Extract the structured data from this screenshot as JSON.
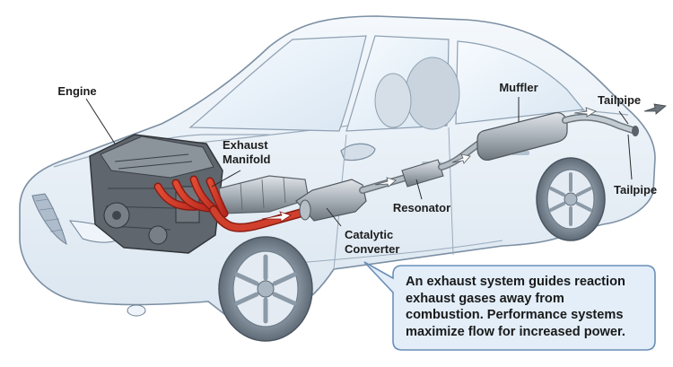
{
  "labels": {
    "engine": "Engine",
    "exhaust_manifold_line1": "Exhaust",
    "exhaust_manifold_line2": "Manifold",
    "catalytic_line1": "Catalytic",
    "catalytic_line2": "Converter",
    "resonator": "Resonator",
    "muffler": "Muffler",
    "tailpipe_top": "Tailpipe",
    "tailpipe_bottom": "Tailpipe"
  },
  "caption": {
    "line1": "An exhaust system guides reaction",
    "line2": "exhaust gases away from",
    "line3": "combustion. Performance systems",
    "line4": "maximize flow for increased power."
  },
  "colors": {
    "body_fill": "#e9f1f8",
    "body_stroke": "#7c8fa3",
    "hot_pipe": "#c8362a",
    "cool_pipe": "#8e969e",
    "caption_fill": "#e3eef9",
    "caption_stroke": "#6a8fb8"
  },
  "icons": [
    "flow-arrow-icon"
  ]
}
